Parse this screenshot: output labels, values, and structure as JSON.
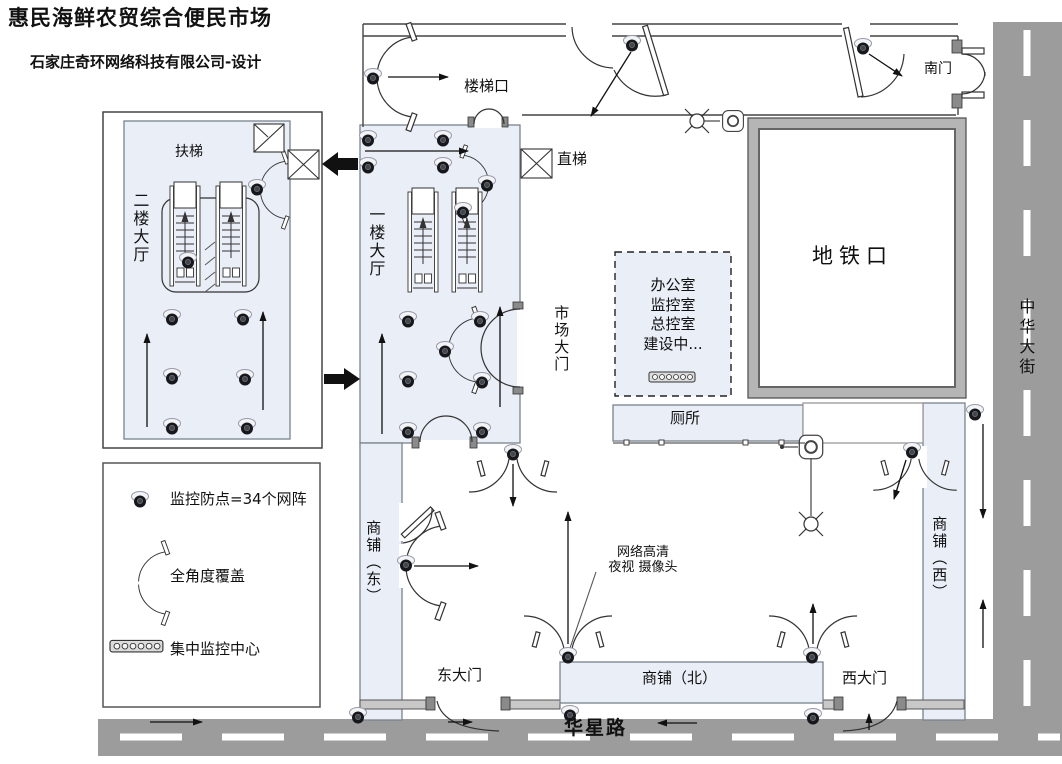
{
  "title": "惠民海鲜农贸综合便民市场",
  "subtitle": "石家庄奇环网络科技有限公司-设计",
  "plan_labels": {
    "stairway_entrance": "楼梯口",
    "south_gate": "南门",
    "elevator": "直梯",
    "escalator": "扶梯",
    "second_floor_hall": "二楼大厅",
    "first_floor_hall": "一楼大厅",
    "subway_entrance": "地铁口",
    "market_gate": "市场大门",
    "toilet": "厕所",
    "shops_east": "商铺（东）",
    "shops_west": "商铺（西）",
    "shops_north": "商铺（北）",
    "east_gate": "东大门",
    "west_gate": "西大门",
    "camera_note_line1": "网络高清",
    "camera_note_line2": "夜视 摄像头"
  },
  "office_box": {
    "lines": [
      "办公室",
      "监控室",
      "总控室",
      "建设中..."
    ]
  },
  "roads": {
    "south_road": "华星路",
    "east_street": "中华大街"
  },
  "legend": {
    "items": [
      {
        "icon": "dome-camera-icon",
        "label": "监控防点=34个网阵"
      },
      {
        "icon": "full-angle-door-icon",
        "label": "全角度覆盖"
      },
      {
        "icon": "central-monitor-icon",
        "label": "集中监控中心"
      }
    ]
  },
  "cameras": {
    "count_note": "34",
    "positions": [
      [
        140,
        500
      ],
      [
        373,
        77
      ],
      [
        632,
        44
      ],
      [
        863,
        47
      ],
      [
        368,
        139
      ],
      [
        443,
        139
      ],
      [
        368,
        166
      ],
      [
        443,
        166
      ],
      [
        487,
        184
      ],
      [
        257,
        188
      ],
      [
        188,
        261
      ],
      [
        172,
        318
      ],
      [
        243,
        318
      ],
      [
        172,
        377
      ],
      [
        245,
        378
      ],
      [
        172,
        427
      ],
      [
        247,
        427
      ],
      [
        463,
        211
      ],
      [
        408,
        320
      ],
      [
        480,
        320
      ],
      [
        445,
        350
      ],
      [
        408,
        380
      ],
      [
        482,
        381
      ],
      [
        408,
        431
      ],
      [
        482,
        431
      ],
      [
        513,
        453
      ],
      [
        406,
        564
      ],
      [
        358,
        716
      ],
      [
        568,
        656
      ],
      [
        812,
        656
      ],
      [
        570,
        714
      ],
      [
        813,
        717
      ],
      [
        975,
        413
      ],
      [
        912,
        451
      ]
    ]
  },
  "colors": {
    "room_fill": "#e9eef7",
    "road_fill": "#9c9c9c",
    "wall": "#444444",
    "subway_border_fill": "#b5b5b5",
    "camera_dome": "#16181d"
  }
}
